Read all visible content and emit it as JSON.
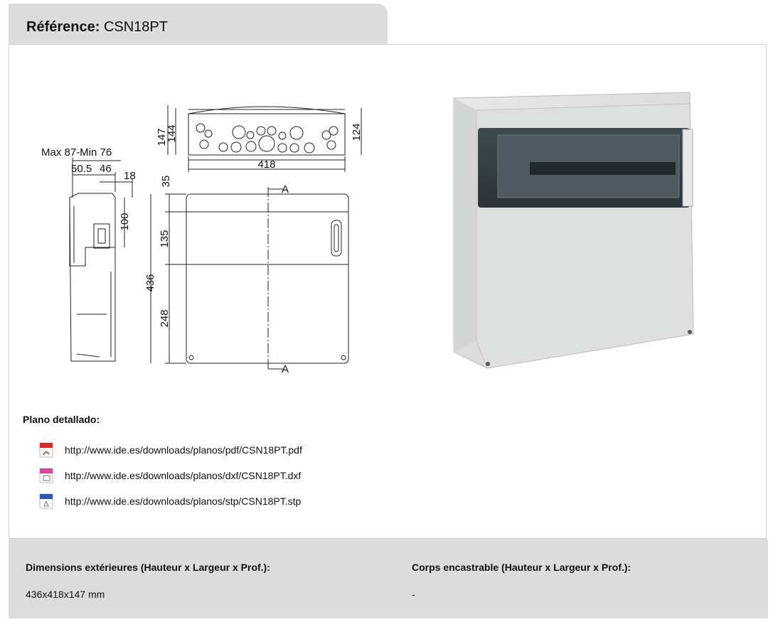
{
  "header": {
    "reference_label": "Référence:",
    "reference_value": "CSN18PT"
  },
  "drawing": {
    "dims": {
      "d147": "147",
      "d144": "144",
      "d124": "124",
      "d418": "418",
      "max_min": "Max 87-Min 76",
      "d50_5": "50.5",
      "d46": "46",
      "d18": "18",
      "d35": "35",
      "d100": "100",
      "d135": "135",
      "d436": "436",
      "d248": "248",
      "section_a_top": "A",
      "section_a_bottom": "A"
    }
  },
  "plano": {
    "title": "Plano detallado:",
    "links": [
      {
        "icon": "pdf-file-icon",
        "text": "http://www.ide.es/downloads/planos/pdf/CSN18PT.pdf"
      },
      {
        "icon": "dxf-file-icon",
        "text": "http://www.ide.es/downloads/planos/dxf/CSN18PT.dxf"
      },
      {
        "icon": "stp-file-icon",
        "text": "http://www.ide.es/downloads/planos/stp/CSN18PT.stp"
      }
    ]
  },
  "footer": {
    "dim_ext_label": "Dimensions extérieures (Hauteur x Largeur x Prof.):",
    "dim_ext_value": "436x418x147 mm",
    "corps_label": "Corps encastrable (Hauteur x Largeur x Prof.):",
    "corps_value": "-"
  },
  "colors": {
    "tab_bg": "#dcdcdc",
    "footer_bg": "#dcdcdc",
    "pdf_red": "#d62a2a",
    "dxf_pink": "#d24a9a",
    "stp_blue": "#2f55b8"
  }
}
